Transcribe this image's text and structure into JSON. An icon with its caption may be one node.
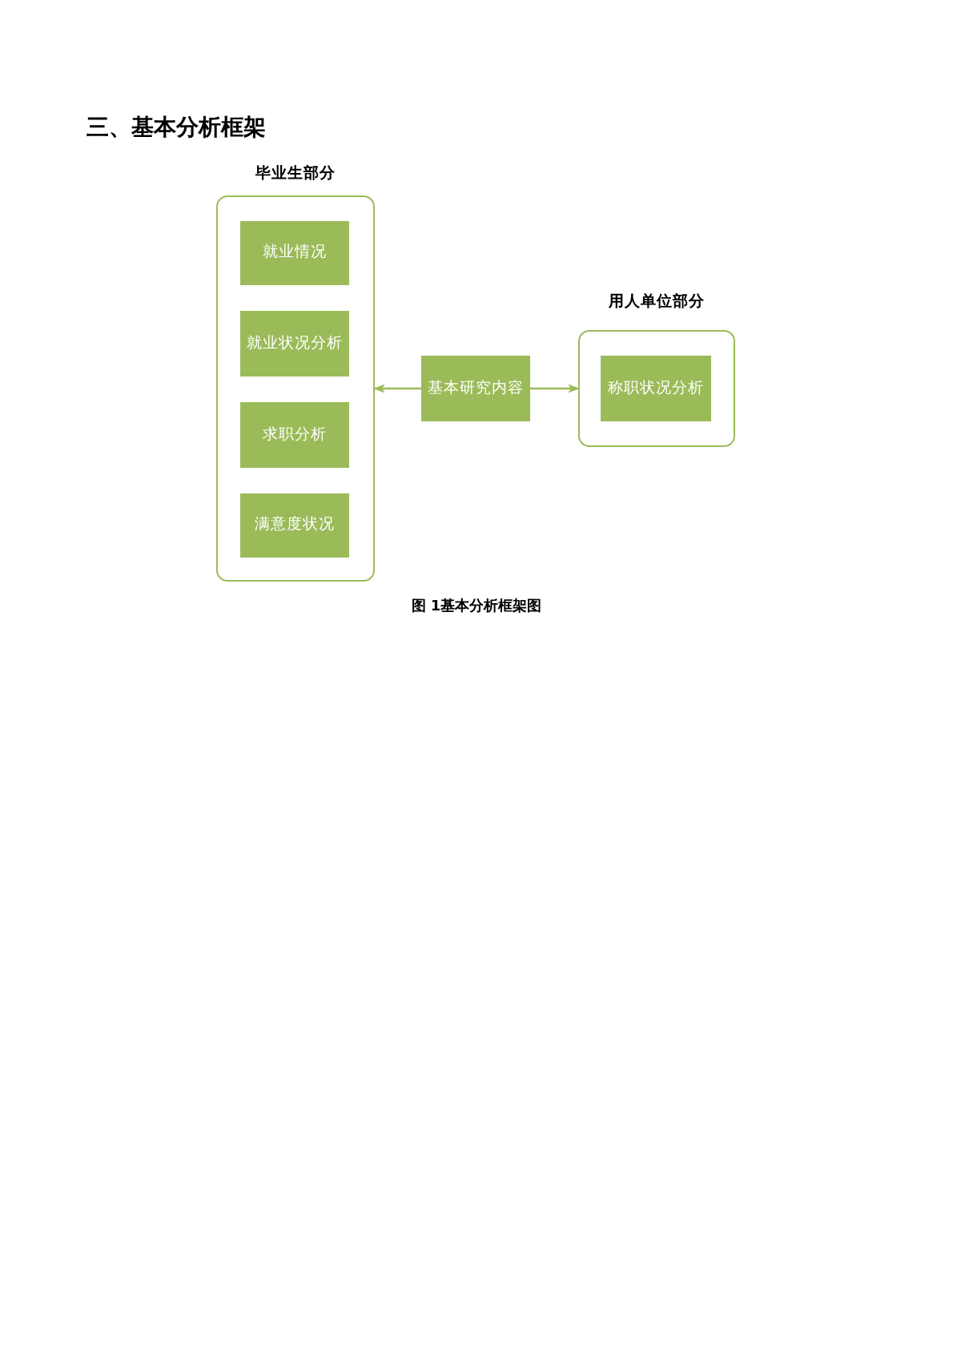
{
  "diagram": {
    "title": "三、基本分析框架",
    "caption": "图 1基本分析框架图",
    "nodes": [
      {
        "text": [
          "毕业生部分"
        ]
      },
      {
        "text": [
          "就业情况"
        ],
        "in": 0
      },
      {
        "text": [
          "就业状况分析"
        ],
        "in": 0
      },
      {
        "text": [
          "求职分析"
        ],
        "in": 0
      },
      {
        "text": [
          "满意度状况"
        ],
        "in": 0
      },
      {
        "text": [
          "基本研究内容"
        ]
      },
      {
        "text": [
          "用人单位部分"
        ]
      },
      {
        "text": [
          "称职状况分析"
        ],
        "in": 6
      }
    ],
    "edges": [
      {
        "from": 5,
        "to": 0,
        "arrow": "to"
      },
      {
        "from": 5,
        "to": 6,
        "arrow": "to"
      }
    ]
  }
}
